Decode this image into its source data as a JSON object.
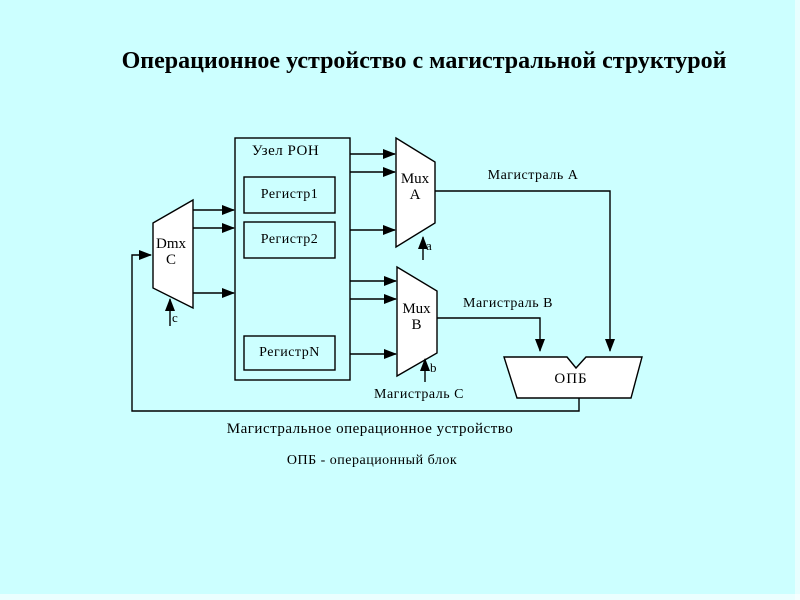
{
  "title": "Операционное устройство с магистральной структурой",
  "diagram": {
    "ron_unit": {
      "label": "Узел РОН",
      "registers": [
        "Регистр1",
        "Регистр2",
        "РегистрN"
      ]
    },
    "dmx": {
      "name": "Dmx",
      "letter": "C",
      "control": "c"
    },
    "mux_a": {
      "name": "Mux",
      "letter": "A",
      "control": "a"
    },
    "mux_b": {
      "name": "Mux",
      "letter": "B",
      "control": "b"
    },
    "opb": {
      "label": "ОПБ"
    },
    "buses": {
      "a": "Магистраль A",
      "b": "Магистраль B",
      "c": "Магистраль C"
    }
  },
  "captions": {
    "subtitle": "Магистральное операционное устройство",
    "legend": "ОПБ - операционный блок"
  },
  "colors": {
    "background": "#CCFFFF",
    "shape_fill": "#FFFFFF",
    "line": "#000000",
    "text": "#000000"
  }
}
